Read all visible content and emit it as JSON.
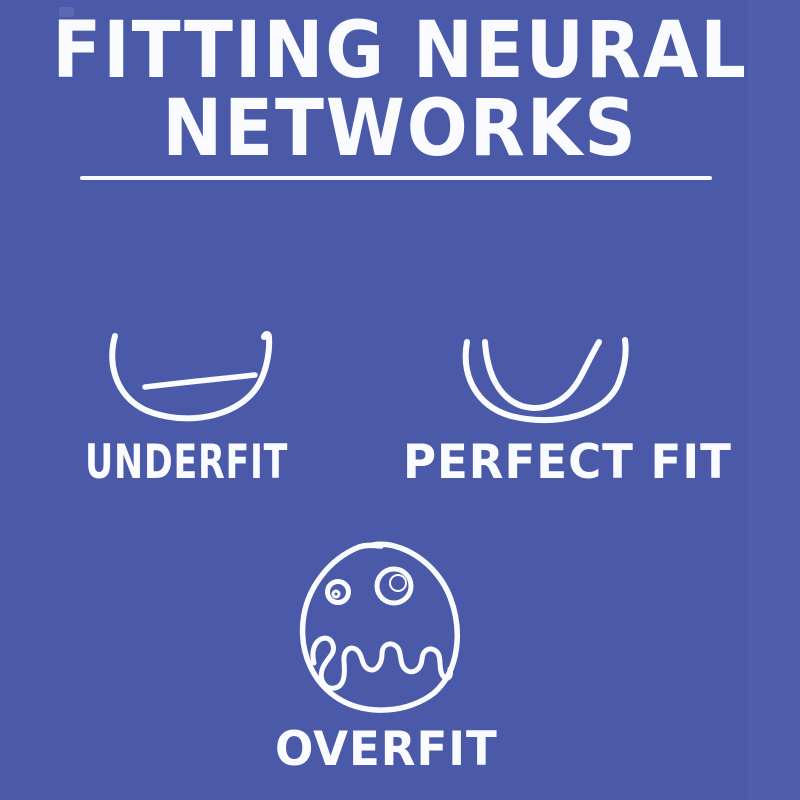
{
  "colors": {
    "background": "#4A5AA8",
    "ink": "#FAFBFF"
  },
  "title": {
    "line1": "FITTING NEURAL",
    "line2": "NETWORKS"
  },
  "sections": {
    "underfit": {
      "label": "UNDERFIT",
      "icon": "underfit-bowl-flat-line-icon"
    },
    "perfect_fit": {
      "label": "PERFECT FIT",
      "icon": "perfect-fit-bowl-parabola-icon"
    },
    "overfit": {
      "label": "OVERFIT",
      "icon": "overfit-blob-monster-icon"
    }
  }
}
